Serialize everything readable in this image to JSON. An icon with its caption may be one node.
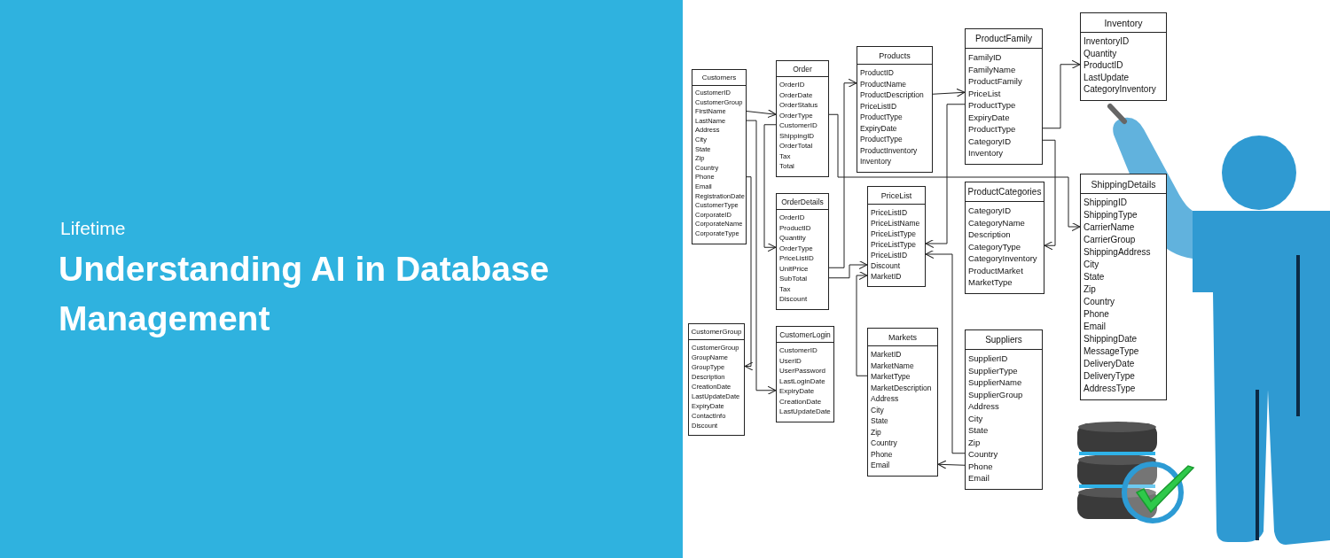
{
  "diagram": {
    "title": "Understanding AI in Database Management",
    "nodes": [
      {
        "text": [
          "Customers",
          "CustomerID",
          "CustomerGroup",
          "FirstName",
          "LastName",
          "Address",
          "City",
          "State",
          "Zip",
          "Country",
          "Phone",
          "Email",
          "RegistrationDate",
          "CustomerType",
          "CorporateID",
          "CorporateName",
          "CorporateType"
        ]
      },
      {
        "text": [
          "Order",
          "OrderID",
          "OrderDate",
          "OrderStatus",
          "OrderType",
          "CustomerID",
          "ShippingID",
          "OrderTotal",
          "Tax",
          "Total"
        ]
      },
      {
        "text": [
          "OrderDetails",
          "OrderID",
          "ProductID",
          "Quantity",
          "OrderType",
          "PriceListID",
          "UnitPrice",
          "SubTotal",
          "Tax",
          "Discount"
        ]
      },
      {
        "text": [
          "CustomerGroup",
          "CustomerGroup",
          "GroupName",
          "GroupType",
          "Description",
          "CreationDate",
          "LastUpdateDate",
          "ExpiryDate",
          "ContactInfo",
          "Discount"
        ]
      },
      {
        "text": [
          "CustomerLogin",
          "CustomerID",
          "UserID",
          "UserPassword",
          "LastLoginDate",
          "ExpiryDate",
          "CreationDate",
          "LastUpdateDate"
        ]
      },
      {
        "text": [
          "Products",
          "ProductID",
          "ProductName",
          "ProductDescription",
          "PriceListID",
          "ProductType",
          "ExpiryDate",
          "ProductType",
          "ProductInventory",
          "Inventory"
        ]
      },
      {
        "text": [
          "PriceList",
          "PriceListID",
          "PriceListName",
          "PriceListType",
          "PriceListType",
          "PriceListID",
          "Discount",
          "MarketID"
        ]
      },
      {
        "text": [
          "Markets",
          "MarketID",
          "MarketName",
          "MarketType",
          "MarketDescription",
          "Address",
          "City",
          "State",
          "Zip",
          "Country",
          "Phone",
          "Email"
        ]
      },
      {
        "text": [
          "ProductFamily",
          "FamilyID",
          "FamilyName",
          "ProductFamily",
          "PriceList",
          "ProductType",
          "ExpiryDate",
          "ProductType",
          "CategoryID",
          "Inventory"
        ]
      },
      {
        "text": [
          "ProductCategories",
          "CategoryID",
          "CategoryName",
          "Description",
          "CategoryType",
          "CategoryInventory",
          "ProductMarket",
          "MarketType"
        ]
      },
      {
        "text": [
          "Suppliers",
          "SupplierID",
          "SupplierType",
          "SupplierName",
          "SupplierGroup",
          "Address",
          "City",
          "State",
          "Zip",
          "Country",
          "Phone",
          "Email"
        ]
      },
      {
        "text": [
          "Inventory",
          "InventoryID",
          "Quantity",
          "ProductID",
          "LastUpdate",
          "CategoryInventory"
        ]
      },
      {
        "text": [
          "ShippingDetails",
          "ShippingID",
          "ShippingType",
          "CarrierName",
          "CarrierGroup",
          "ShippingAddress",
          "City",
          "State",
          "Zip",
          "Country",
          "Phone",
          "Email",
          "ShippingDate",
          "MessageType",
          "DeliveryDate",
          "DeliveryType",
          "AddressType"
        ]
      }
    ],
    "edges": [
      {
        "from": 0,
        "to": 1,
        "arrow": "to"
      },
      {
        "from": 0,
        "to": 4,
        "arrow": "to"
      },
      {
        "from": 0,
        "to": 3,
        "arrow": "to"
      },
      {
        "from": 1,
        "to": 2,
        "arrow": "to"
      },
      {
        "from": 1,
        "to": 12,
        "arrow": "to"
      },
      {
        "from": 2,
        "to": 5,
        "arrow": "to"
      },
      {
        "from": 2,
        "to": 6,
        "arrow": "to"
      },
      {
        "from": 7,
        "to": 6,
        "arrow": "to"
      },
      {
        "from": 5,
        "to": 8,
        "arrow": "to"
      },
      {
        "from": 8,
        "to": 6,
        "arrow": "to"
      },
      {
        "from": 10,
        "to": 6,
        "arrow": "to"
      },
      {
        "from": 10,
        "to": 7,
        "arrow": "to"
      },
      {
        "from": 8,
        "to": 11,
        "arrow": "to"
      },
      {
        "from": 8,
        "to": 9,
        "arrow": "to"
      }
    ],
    "labels": [
      "Lifetime"
    ]
  }
}
